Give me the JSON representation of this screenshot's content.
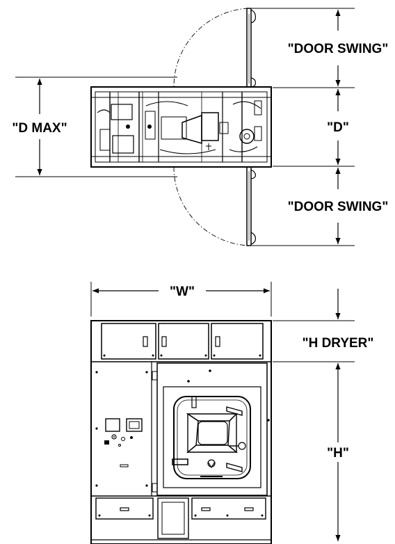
{
  "labels": {
    "door_swing_top": "\"DOOR SWING\"",
    "d_max": "\"D MAX\"",
    "d": "\"D\"",
    "door_swing_bottom": "\"DOOR SWING\"",
    "w": "\"W\"",
    "h_dryer": "\"H DRYER\"",
    "h": "\"H\""
  }
}
